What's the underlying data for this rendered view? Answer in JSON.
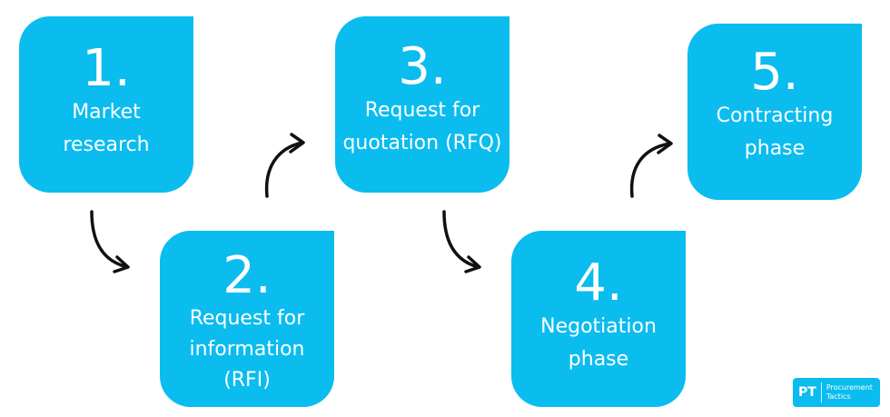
{
  "steps": [
    {
      "number": "1.",
      "label": "Market\nresearch"
    },
    {
      "number": "2.",
      "label": "Request for\ninformation\n(RFI)"
    },
    {
      "number": "3.",
      "label": "Request for\nquotation (RFQ)"
    },
    {
      "number": "4.",
      "label": "Negotiation\nphase"
    },
    {
      "number": "5.",
      "label": "Contracting\nphase"
    }
  ],
  "logo": {
    "mark": "PT",
    "name": "Procurement\nTactics"
  },
  "colors": {
    "box": "#0bbcef",
    "text": "#ffffff",
    "arrow": "#111111"
  }
}
